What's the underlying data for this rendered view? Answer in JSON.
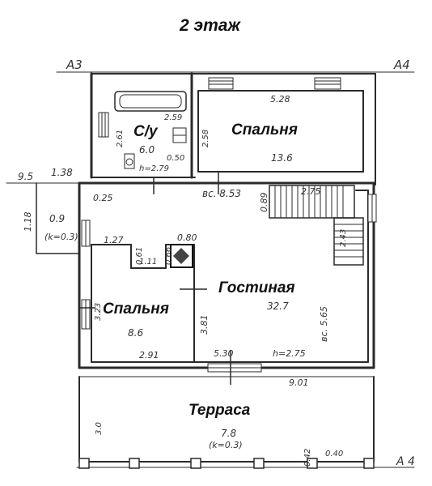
{
  "title": "2 этаж",
  "axes": {
    "a3": "A3",
    "a4_top": "A4",
    "a4_bottom": "A 4",
    "left_level": "9.5"
  },
  "rooms": {
    "bathroom": {
      "name": "С/у",
      "area": "6.0"
    },
    "bedroom_top": {
      "name": "Спальня",
      "area": "13.6"
    },
    "living": {
      "name": "Гостиная",
      "area": "32.7"
    },
    "bedroom_left": {
      "name": "Спальня",
      "area": "8.6"
    },
    "terrace": {
      "name": "Терраса",
      "area": "7.8",
      "note": "(k=0.3)"
    },
    "annex": {
      "area": "0.9",
      "note": "(k=0.3)"
    }
  },
  "dims": {
    "d_1_38": "1.38",
    "d_2_59": "2.59",
    "d_2_61": "2.61",
    "d_0_50": "0.50",
    "d_h279": "h=2.79",
    "d_5_28": "5.28",
    "d_2_58": "2.58",
    "d_0_25": "0.25",
    "d_853": "вс. 8.53",
    "d_0_89": "0.89",
    "d_2_75a": "2.75",
    "d_2_43": "2.43",
    "d_1_18": "1.18",
    "d_1_27": "1.27",
    "d_0_61": "0.61",
    "d_0_66": "0.66",
    "d_0_80": "0.80",
    "d_1_11": "1.11",
    "d_3_23": "3.23",
    "d_3_81": "3.81",
    "d_565": "вс. 5.65",
    "d_2_91": "2.91",
    "d_5_30": "5.30",
    "d_h275": "h=2.75",
    "d_9_01": "9.01",
    "d_3_0": "3.0",
    "d_0_42": "0.42",
    "d_0_40": "0.40"
  }
}
